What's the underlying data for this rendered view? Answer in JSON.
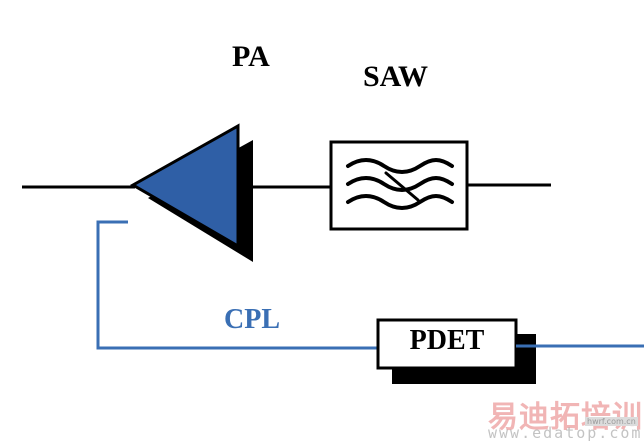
{
  "labels": {
    "pa": "PA",
    "saw": "SAW",
    "cpl": "CPL",
    "pdet": "PDET"
  },
  "watermark": {
    "chinese": "易迪拓培训",
    "url": "www.edatop.com",
    "small": "hwrf.com.cn"
  },
  "colors": {
    "line": "#000000",
    "amplifier_fill": "#2f5fa6",
    "coupler_line": "#3a6fb4",
    "shadow": "#000000"
  },
  "icons": {
    "amplifier": "triangle-amplifier-icon",
    "filter": "saw-filter-wave-icon"
  }
}
